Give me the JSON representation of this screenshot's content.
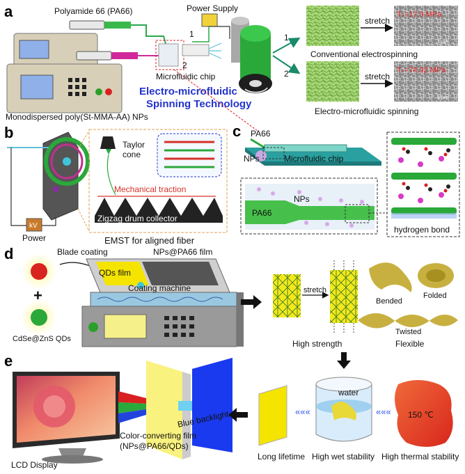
{
  "panels": {
    "a": {
      "letter": "a",
      "polyamide": "Polyamide 66 (PA66)",
      "power_supply": "Power Supply",
      "microfluidic_chip": "Microfluidic chip",
      "nps": "Monodispersed poly(St-MMA-AA) NPs",
      "tech_line1": "Electro-microfluidic",
      "tech_line2": "Spinning Technology",
      "path1": "1",
      "path2": "2",
      "arrow1": "1",
      "arrow2": "2",
      "stretch1": "stretch",
      "stretch2": "stretch",
      "ts1": "Tₛ=17.9 MPa",
      "ts2": "Tₛ=74.92 MPa",
      "scale1": "1 μm",
      "scale2": "1 μm",
      "conventional": "Conventional electrospinning",
      "electro": "Electro-microfluidic spinning"
    },
    "b": {
      "letter": "b",
      "taylor1": "Taylor",
      "taylor2": "cone",
      "traction": "Mechanical traction",
      "collector": "Zigzag drum collector",
      "kv": "kV",
      "power": "Power",
      "emst": "EMST for aligned fiber"
    },
    "c": {
      "letter": "c",
      "pa66": "PA66",
      "nps": "NPs",
      "chip": "Microfluidic chip",
      "nps2": "NPs",
      "pa66b": "PA66",
      "hbond": "hydrogen bond"
    },
    "d": {
      "letter": "d",
      "blade": "Blade coating",
      "film": "NPs@PA66 film",
      "qds_film": "QDs film",
      "plus": "+",
      "machine": "Coating machine",
      "qds": "CdSe@ZnS QDs",
      "stretch": "stretch",
      "high_strength": "High strength",
      "bended": "Bended",
      "folded": "Folded",
      "twisted": "Twisted",
      "flexible": "Flexible"
    },
    "e": {
      "letter": "e",
      "lcd": "LCD Display",
      "ccf1": "Color-converting film",
      "ccf2": "(NPs@PA66/QDs)",
      "backlight": "Blue backlight",
      "water": "water",
      "temp": "150 ℃",
      "long": "Long lifetime",
      "wet": "High wet stability",
      "thermal": "High thermal stability"
    }
  },
  "colors": {
    "fiber_green": "#7fc241",
    "cyan": "#1fb8c4",
    "blue_text": "#2233cc",
    "red_text": "#e52222",
    "yellow": "#f5e400",
    "qd_red": "#d9231f",
    "heat_red": "#e8392a"
  }
}
